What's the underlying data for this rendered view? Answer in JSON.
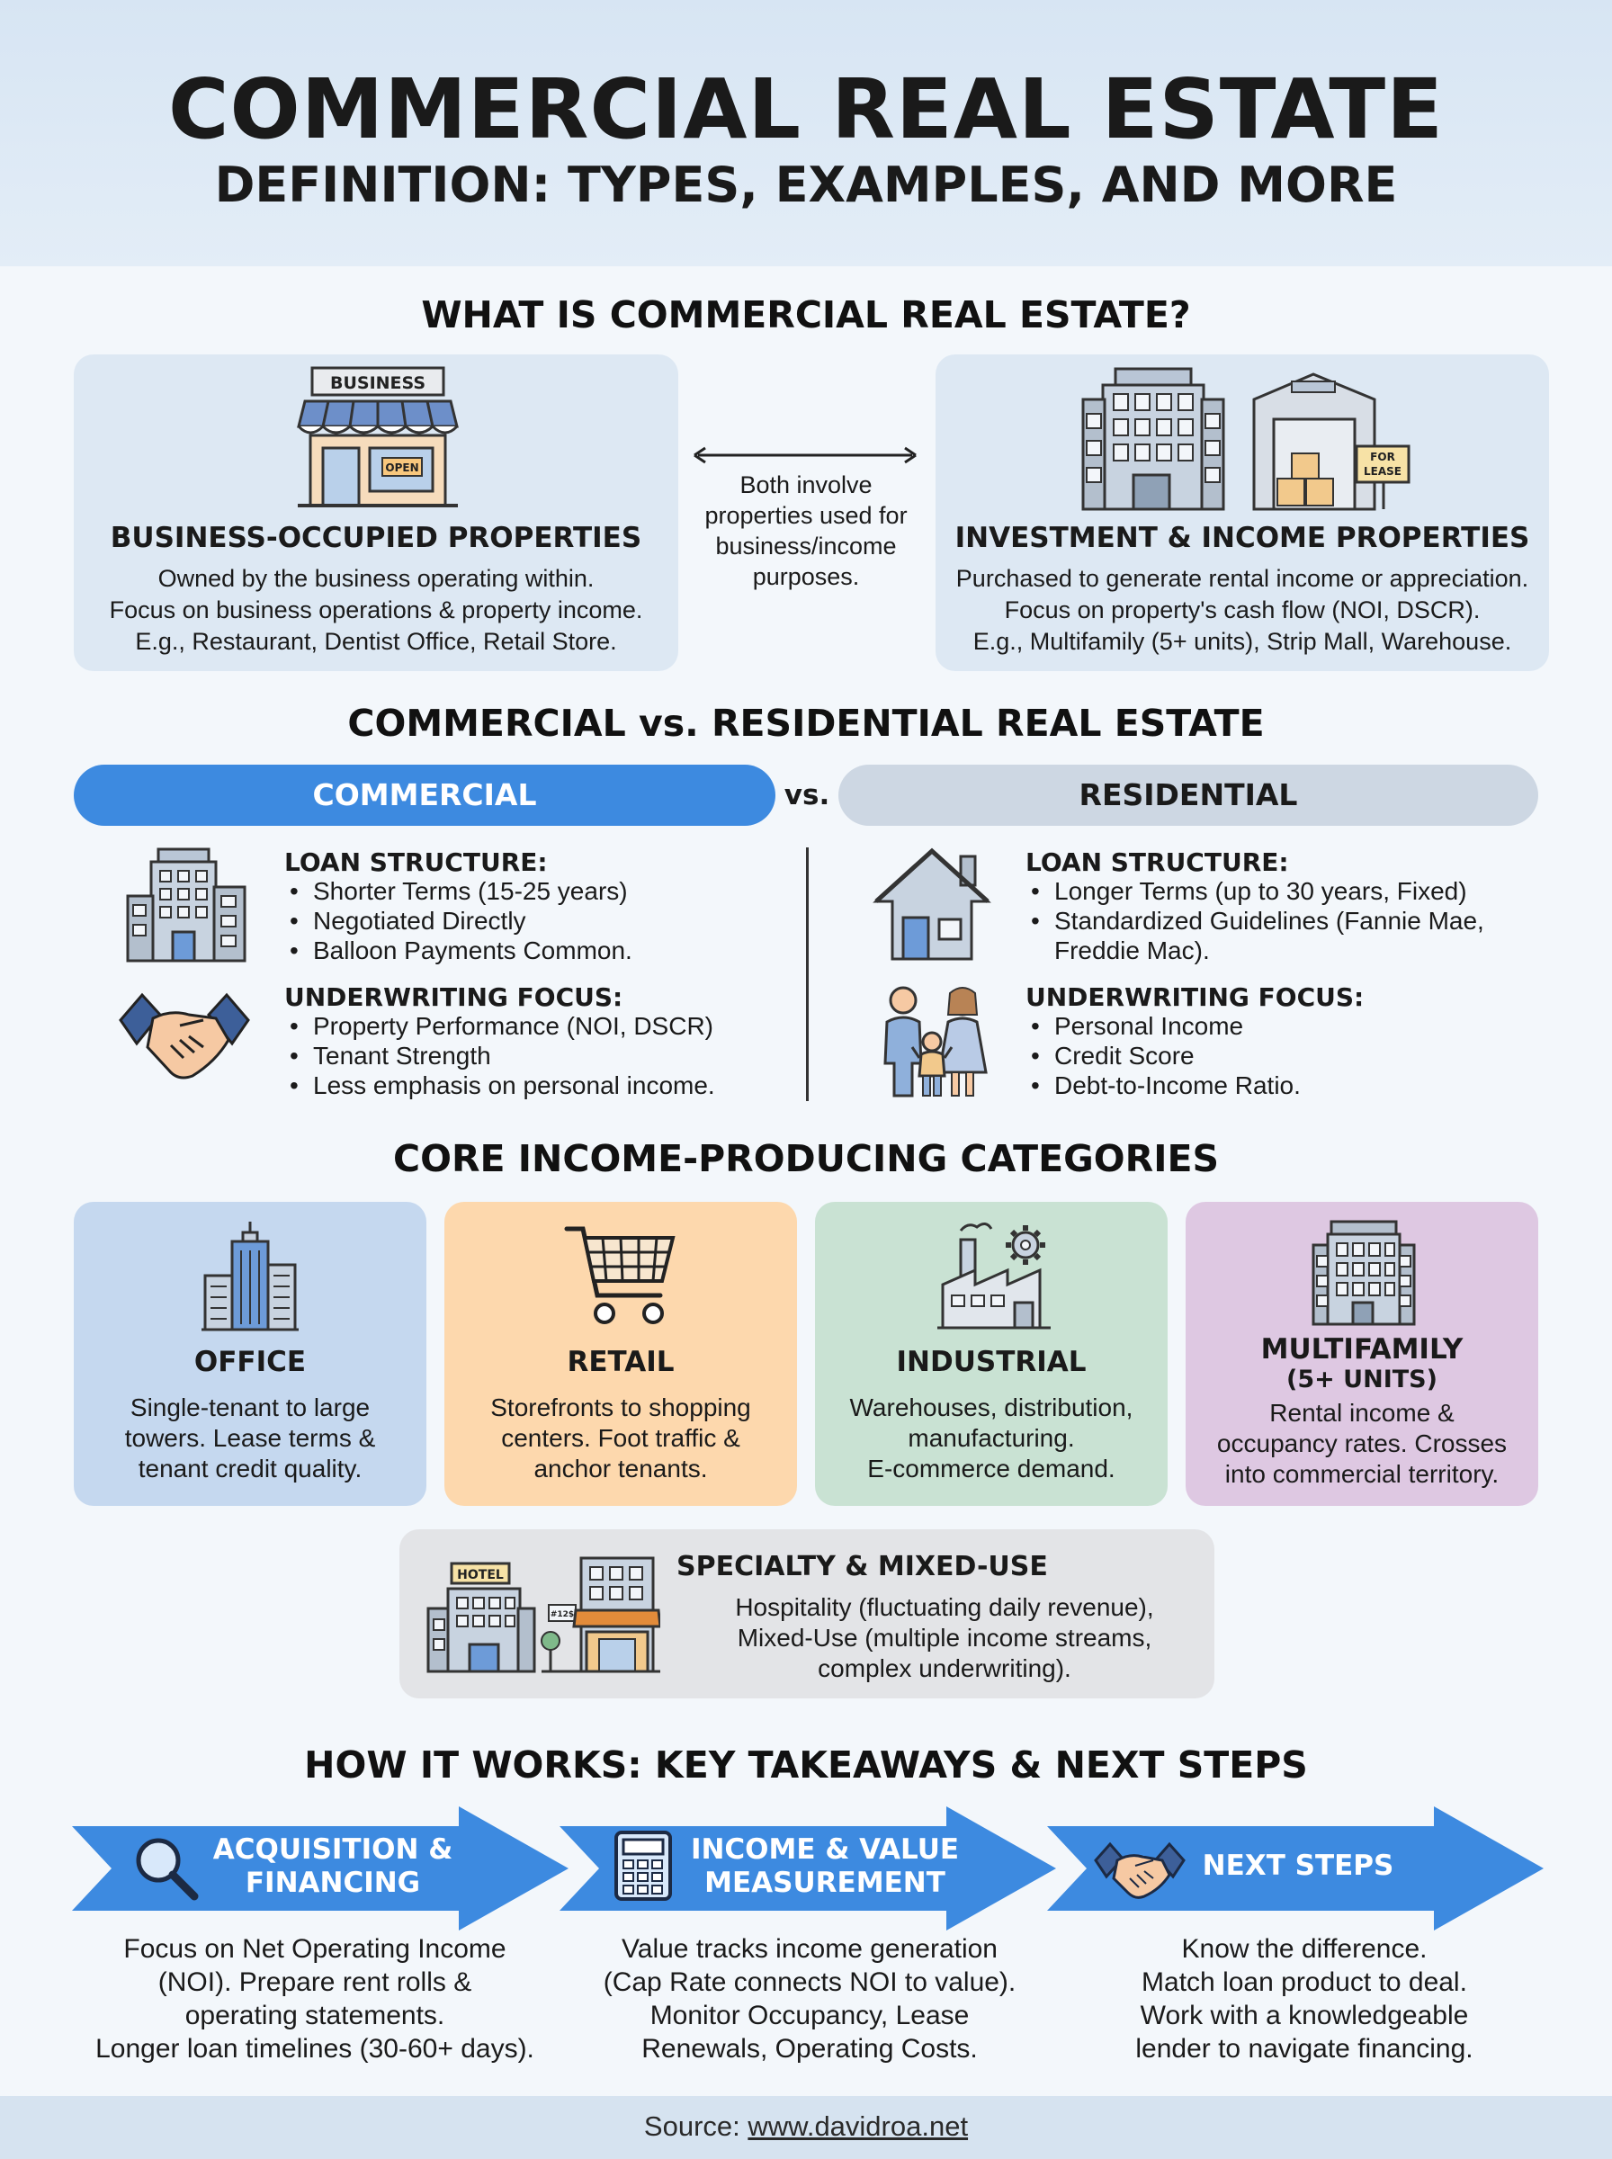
{
  "header": {
    "title": "COMMERCIAL REAL ESTATE",
    "subtitle": "DEFINITION: TYPES, EXAMPLES, AND MORE"
  },
  "what_is": {
    "heading": "WHAT IS COMMERCIAL REAL ESTATE?",
    "left": {
      "sign": "BUSINESS",
      "open_sign": "OPEN",
      "title": "BUSINESS-OCCUPIED PROPERTIES",
      "lines": [
        "Owned by the business operating within.",
        "Focus on business operations & property income.",
        "E.g., Restaurant, Dentist Office, Retail Store."
      ]
    },
    "middle": [
      "Both involve",
      "properties used for",
      "business/income",
      "purposes."
    ],
    "right": {
      "sign": "FOR LEASE",
      "title": "INVESTMENT & INCOME PROPERTIES",
      "lines": [
        "Purchased to generate rental income or appreciation.",
        "Focus on property's cash flow (NOI, DSCR).",
        "E.g., Multifamily (5+ units), Strip Mall, Warehouse."
      ]
    }
  },
  "comparison": {
    "heading": "COMMERCIAL vs. RESIDENTIAL REAL ESTATE",
    "vs": "vs.",
    "commercial": {
      "label": "COMMERCIAL",
      "loan_heading": "LOAN STRUCTURE:",
      "loan_items": [
        "Shorter Terms (15-25 years)",
        "Negotiated Directly",
        "Balloon Payments Common."
      ],
      "uw_heading": "UNDERWRITING FOCUS:",
      "uw_items": [
        "Property Performance (NOI, DSCR)",
        "Tenant Strength",
        "Less emphasis on personal income."
      ]
    },
    "residential": {
      "label": "RESIDENTIAL",
      "loan_heading": "LOAN STRUCTURE:",
      "loan_items": [
        "Longer Terms (up to 30 years, Fixed)",
        "Standardized Guidelines (Fannie Mae,",
        "Freddie Mac)."
      ],
      "uw_heading": "UNDERWRITING FOCUS:",
      "uw_items": [
        "Personal Income",
        "Credit Score",
        "Debt-to-Income Ratio."
      ]
    }
  },
  "categories": {
    "heading": "CORE INCOME-PRODUCING CATEGORIES",
    "items": [
      {
        "title": "OFFICE",
        "subtitle": "",
        "lines": [
          "Single-tenant to large",
          "towers. Lease terms &",
          "tenant credit quality."
        ],
        "color": "#c5d8ef"
      },
      {
        "title": "RETAIL",
        "subtitle": "",
        "lines": [
          "Storefronts to shopping",
          "centers. Foot traffic &",
          "anchor tenants."
        ],
        "color": "#fdd8ad"
      },
      {
        "title": "INDUSTRIAL",
        "subtitle": "",
        "lines": [
          "Warehouses, distribution,",
          "manufacturing.",
          "E-commerce demand."
        ],
        "color": "#c9e2d3"
      },
      {
        "title": "MULTIFAMILY",
        "subtitle": "(5+ UNITS)",
        "lines": [
          "Rental income &",
          "occupancy rates. Crosses",
          "into commercial territory."
        ],
        "color": "#dec8e2"
      }
    ],
    "specialty": {
      "title": "SPECIALTY & MIXED-USE",
      "hotel_sign": "HOTEL",
      "price_sign": "#12$",
      "lines": [
        "Hospitality (fluctuating daily revenue),",
        "Mixed-Use (multiple income streams,",
        "complex underwriting)."
      ]
    }
  },
  "steps": {
    "heading": "HOW IT WORKS: KEY TAKEAWAYS & NEXT STEPS",
    "items": [
      {
        "label": [
          "ACQUISITION &",
          "FINANCING"
        ],
        "icon": "magnifier-icon",
        "lines": [
          "Focus on Net Operating Income",
          "(NOI). Prepare rent rolls &",
          "operating statements.",
          "Longer loan timelines (30-60+ days)."
        ]
      },
      {
        "label": [
          "INCOME & VALUE",
          "MEASUREMENT"
        ],
        "icon": "calculator-icon",
        "lines": [
          "Value tracks income generation",
          "(Cap Rate connects NOI to value).",
          "Monitor Occupancy, Lease",
          "Renewals, Operating Costs."
        ]
      },
      {
        "label": [
          "NEXT STEPS"
        ],
        "icon": "handshake-icon",
        "lines": [
          "Know the difference.",
          "Match loan product to deal.",
          "Work with a knowledgeable",
          "lender to navigate financing."
        ]
      }
    ]
  },
  "footer": {
    "prefix": "Source: ",
    "link": "www.davidroa.net"
  },
  "colors": {
    "accent_blue": "#3d8ae0",
    "residential_pill": "#cdd7e3",
    "card_bg": "#dde8f3",
    "specialty_bg": "#e3e4e7"
  }
}
